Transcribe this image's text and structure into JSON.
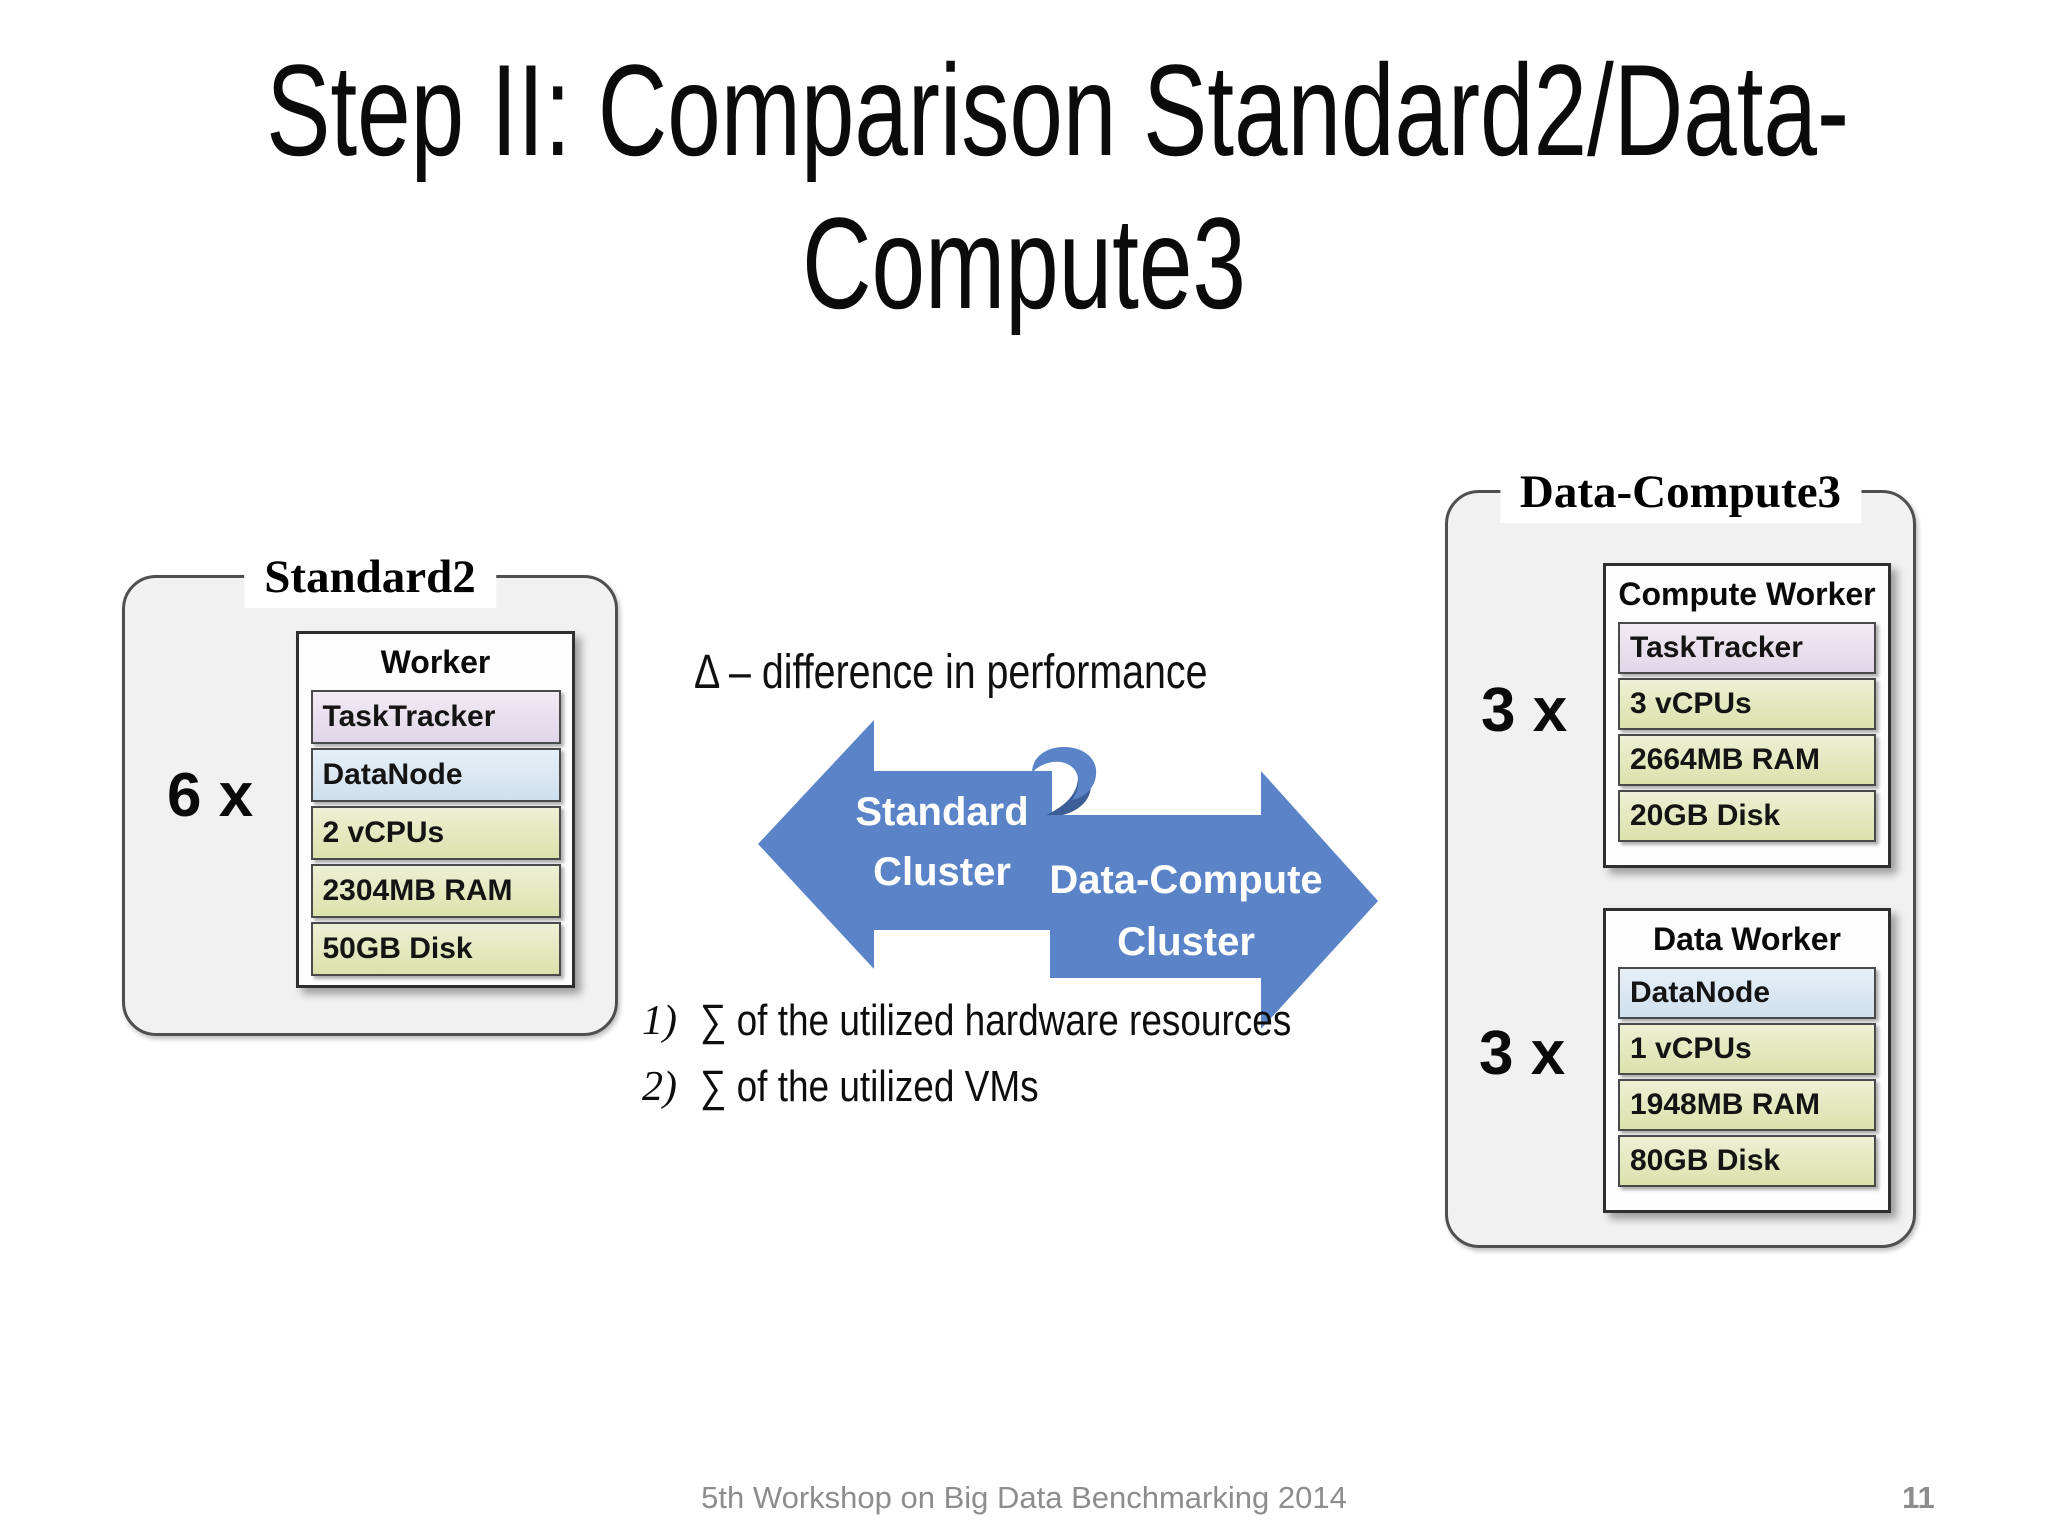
{
  "slide": {
    "title_line1": "Step II: Comparison Standard2/Data-",
    "title_line2": "Compute3",
    "footer": "5th Workshop on Big Data Benchmarking 2014",
    "page_number": "11"
  },
  "standard_cluster": {
    "box_title": "Standard2",
    "multiplier": "6 x",
    "worker": {
      "title": "Worker",
      "rows": [
        {
          "label": "TaskTracker",
          "color": "#e8dfee"
        },
        {
          "label": "DataNode",
          "color": "#d8e6f2"
        },
        {
          "label": "2 vCPUs",
          "color": "#e3e8c2"
        },
        {
          "label": "2304MB RAM",
          "color": "#e3e8c2"
        },
        {
          "label": "50GB Disk",
          "color": "#e3e8c2"
        }
      ]
    }
  },
  "data_compute_cluster": {
    "box_title": "Data-Compute3",
    "groups": [
      {
        "multiplier": "3 x",
        "worker": {
          "title": "Compute Worker",
          "rows": [
            {
              "label": "TaskTracker",
              "color": "#e8dfee"
            },
            {
              "label": "3 vCPUs",
              "color": "#e3e8c2"
            },
            {
              "label": "2664MB RAM",
              "color": "#e3e8c2"
            },
            {
              "label": "20GB Disk",
              "color": "#e3e8c2"
            }
          ]
        }
      },
      {
        "multiplier": "3 x",
        "worker": {
          "title": "Data Worker",
          "rows": [
            {
              "label": "DataNode",
              "color": "#d8e6f2"
            },
            {
              "label": "1 vCPUs",
              "color": "#e3e8c2"
            },
            {
              "label": "1948MB RAM",
              "color": "#e3e8c2"
            },
            {
              "label": "80GB Disk",
              "color": "#e3e8c2"
            }
          ]
        }
      }
    ]
  },
  "comparison": {
    "delta_text": "Δ – difference in performance",
    "arrow_color": "#5b84c8",
    "fold_color": "#3c5e96",
    "left_arrow": {
      "line1": "Standard",
      "line2": "Cluster"
    },
    "right_arrow": {
      "line1": "Data-Compute",
      "line2": "Cluster"
    },
    "items": [
      {
        "num": "1)",
        "text": "∑ of the utilized hardware resources"
      },
      {
        "num": "2)",
        "text": "∑ of the utilized VMs"
      }
    ]
  }
}
